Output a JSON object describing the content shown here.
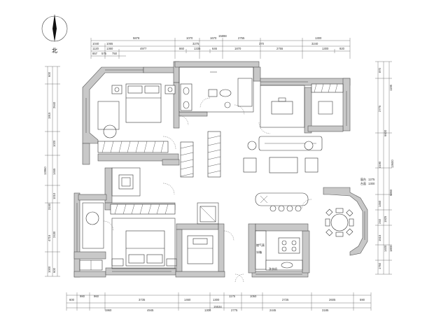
{
  "compass": {
    "label": "北"
  },
  "dimensions": {
    "top_row1": [
      "5878",
      "1070",
      "1670",
      "2755",
      "1300"
    ],
    "top_row1_total": "15898",
    "top_row2": [
      "1040",
      "1065",
      "3275",
      "370",
      "3240"
    ],
    "top_row3": [
      "1120",
      "1360",
      "4977",
      "860",
      "1335",
      "646",
      "1870",
      "2755",
      "1300",
      "920"
    ],
    "top_row4": [
      "857",
      "575",
      "750"
    ],
    "bottom_row1": [
      "600",
      "980",
      "960",
      "3735",
      "1460",
      "1300",
      "1175",
      "1050",
      "2725",
      "2605",
      "590"
    ],
    "bottom_row2": [
      "1960",
      "4945",
      "1300",
      "2775",
      "2445",
      "3185"
    ],
    "bottom_total": "15534",
    "left_col": [
      "600",
      "2640",
      "1915",
      "1020",
      "1465",
      "3150",
      "1010",
      "4715",
      "2430",
      "600",
      "1000"
    ],
    "left_total": "12860",
    "right_col": [
      "870",
      "2775",
      "6600",
      "1195",
      "4190",
      "5850",
      "1460",
      "1925",
      "240",
      "1515",
      "1400",
      "1760",
      "1800"
    ],
    "right_total": "13600",
    "right_tags": [
      "1275",
      "1300"
    ]
  },
  "labels": {
    "bay_note_1": "窗台",
    "bay_note_2": "台面",
    "kitchen_1": "燃气表",
    "kitchen_2": "冰箱",
    "kitchen_3": "洗衣机"
  },
  "colors": {
    "wall_fill": "#c8c8c8",
    "line": "#333333"
  }
}
